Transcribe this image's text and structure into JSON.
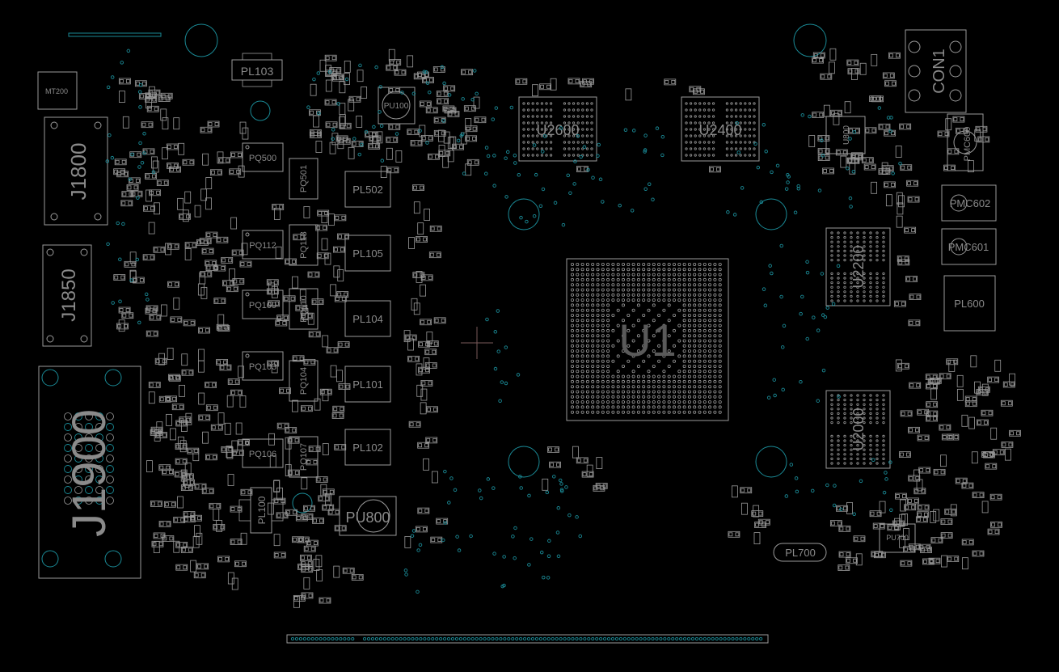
{
  "board": {
    "background": "#000000",
    "outline_color": "#9a9a9a",
    "via_color": "#1a8a96",
    "components": [
      {
        "id": "U1",
        "kind": "bga"
      },
      {
        "id": "U2600",
        "kind": "memory"
      },
      {
        "id": "U2400",
        "kind": "memory"
      },
      {
        "id": "U2200",
        "kind": "memory"
      },
      {
        "id": "U2000",
        "kind": "memory"
      },
      {
        "id": "J1800",
        "kind": "connector"
      },
      {
        "id": "J1850",
        "kind": "connector"
      },
      {
        "id": "J1900",
        "kind": "connector"
      },
      {
        "id": "CON1",
        "kind": "connector"
      },
      {
        "id": "MT200",
        "kind": "part"
      },
      {
        "id": "PL103",
        "kind": "inductor"
      },
      {
        "id": "PL502",
        "kind": "inductor"
      },
      {
        "id": "PL105",
        "kind": "inductor"
      },
      {
        "id": "PL104",
        "kind": "inductor"
      },
      {
        "id": "PL101",
        "kind": "inductor"
      },
      {
        "id": "PL102",
        "kind": "inductor"
      },
      {
        "id": "PL600",
        "kind": "inductor"
      },
      {
        "id": "PL700",
        "kind": "inductor"
      },
      {
        "id": "PQ500",
        "kind": "mosfet"
      },
      {
        "id": "PQ501",
        "kind": "mosfet"
      },
      {
        "id": "PQ112",
        "kind": "mosfet"
      },
      {
        "id": "PQ113",
        "kind": "mosfet"
      },
      {
        "id": "PQ109",
        "kind": "mosfet"
      },
      {
        "id": "PQ110",
        "kind": "mosfet"
      },
      {
        "id": "PQ103",
        "kind": "mosfet"
      },
      {
        "id": "PQ104",
        "kind": "mosfet"
      },
      {
        "id": "PQ106",
        "kind": "mosfet"
      },
      {
        "id": "PQ107",
        "kind": "mosfet"
      },
      {
        "id": "PL100",
        "kind": "inductor"
      },
      {
        "id": "PU100",
        "kind": "ic"
      },
      {
        "id": "PU800",
        "kind": "ic"
      },
      {
        "id": "PU700",
        "kind": "ic"
      },
      {
        "id": "PMC602",
        "kind": "part"
      },
      {
        "id": "PMC601",
        "kind": "part"
      },
      {
        "id": "PMC600",
        "kind": "part"
      },
      {
        "id": "U800",
        "kind": "ic"
      }
    ]
  }
}
